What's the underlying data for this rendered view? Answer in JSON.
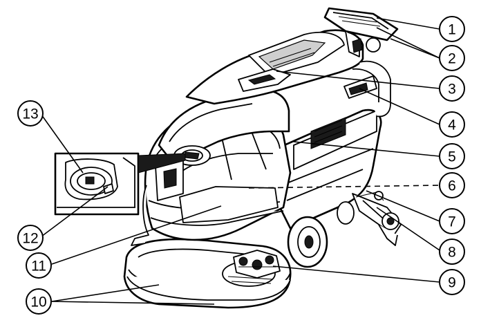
{
  "diagram": {
    "callouts": [
      {
        "id": "1",
        "label": "1"
      },
      {
        "id": "2",
        "label": "2"
      },
      {
        "id": "3",
        "label": "3"
      },
      {
        "id": "4",
        "label": "4"
      },
      {
        "id": "5",
        "label": "5"
      },
      {
        "id": "6",
        "label": "6"
      },
      {
        "id": "7",
        "label": "7"
      },
      {
        "id": "8",
        "label": "8"
      },
      {
        "id": "9",
        "label": "9"
      },
      {
        "id": "10",
        "label": "10"
      },
      {
        "id": "11",
        "label": "11"
      },
      {
        "id": "12",
        "label": "12"
      },
      {
        "id": "13",
        "label": "13"
      }
    ],
    "colors": {
      "line": "#000000",
      "background": "#ffffff",
      "shade": "#1a1a1a"
    }
  }
}
